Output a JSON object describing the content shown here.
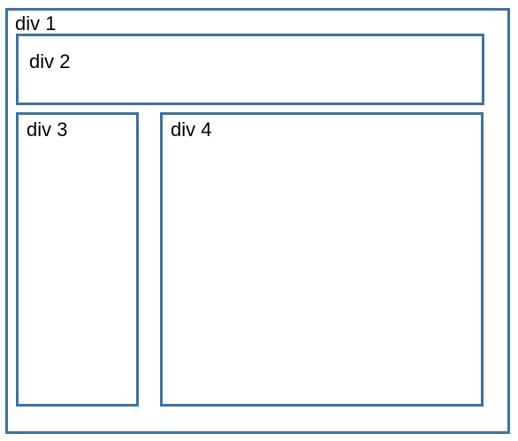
{
  "boxes": {
    "div1": {
      "label": "div 1"
    },
    "div2": {
      "label": "div 2"
    },
    "div3": {
      "label": "div 3"
    },
    "div4": {
      "label": "div 4"
    }
  },
  "colors": {
    "border": "#41719c",
    "background": "#ffffff",
    "text": "#000000"
  }
}
